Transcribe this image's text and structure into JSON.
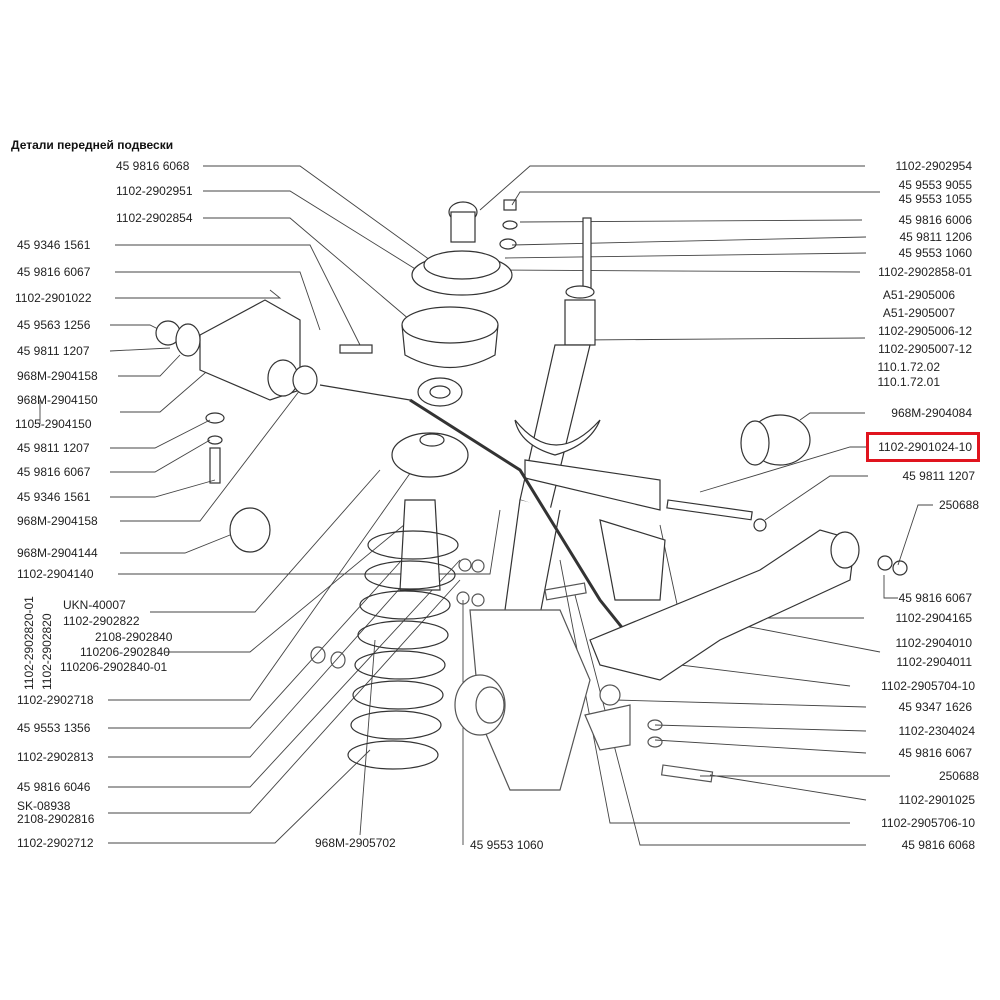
{
  "title": "Детали передней подвески",
  "highlight_color": "#e0141e",
  "labels": {
    "left": [
      "45 9816 6068",
      "1102-2902951",
      "1102-2902854",
      "45 9346 1561",
      "45 9816 6067",
      "1102-2901022",
      "45 9563 1256",
      "45 9811 1207",
      "968M-2904158",
      "968M-2904150",
      "1105-2904150",
      "45 9811 1207",
      "45 9816 6067",
      "45 9346 1561",
      "968M-2904158",
      "968M-2904144",
      "1102-2904140",
      "UKN-40007",
      "1102-2902822",
      "2108-2902840",
      "110206-2902840",
      "110206-2902840-01",
      "1102-2902718",
      "45 9553 1356",
      "1102-2902813",
      "45 9816 6046",
      "SK-08938",
      "2108-2902816",
      "1102-2902712",
      "968M-2905702",
      "45 9553 1060"
    ],
    "vertical": [
      "1102-2902820-01",
      "1102-2902820"
    ],
    "right": [
      "1102-2902954",
      "45 9553 9055",
      "45 9553 1055",
      "45 9816 6006",
      "45 9811 1206",
      "45 9553 1060",
      "1102-2902858-01",
      "A51-2905006",
      "A51-2905007",
      "1102-2905006-12",
      "1102-2905007-12",
      "110.1.72.02",
      "110.1.72.01",
      "968M-2904084",
      "1102-2901024-10",
      "45 9811 1207",
      "250688",
      "45 9816 6067",
      "1102-2904165",
      "1102-2904010",
      "1102-2904011",
      "1102-2905704-10",
      "45 9347 1626",
      "1102-2304024",
      "45 9816 6067",
      "250688",
      "1102-2901025",
      "1102-2905706-10",
      "45 9816 6068"
    ]
  },
  "highlighted_part": "1102-2901024-10"
}
